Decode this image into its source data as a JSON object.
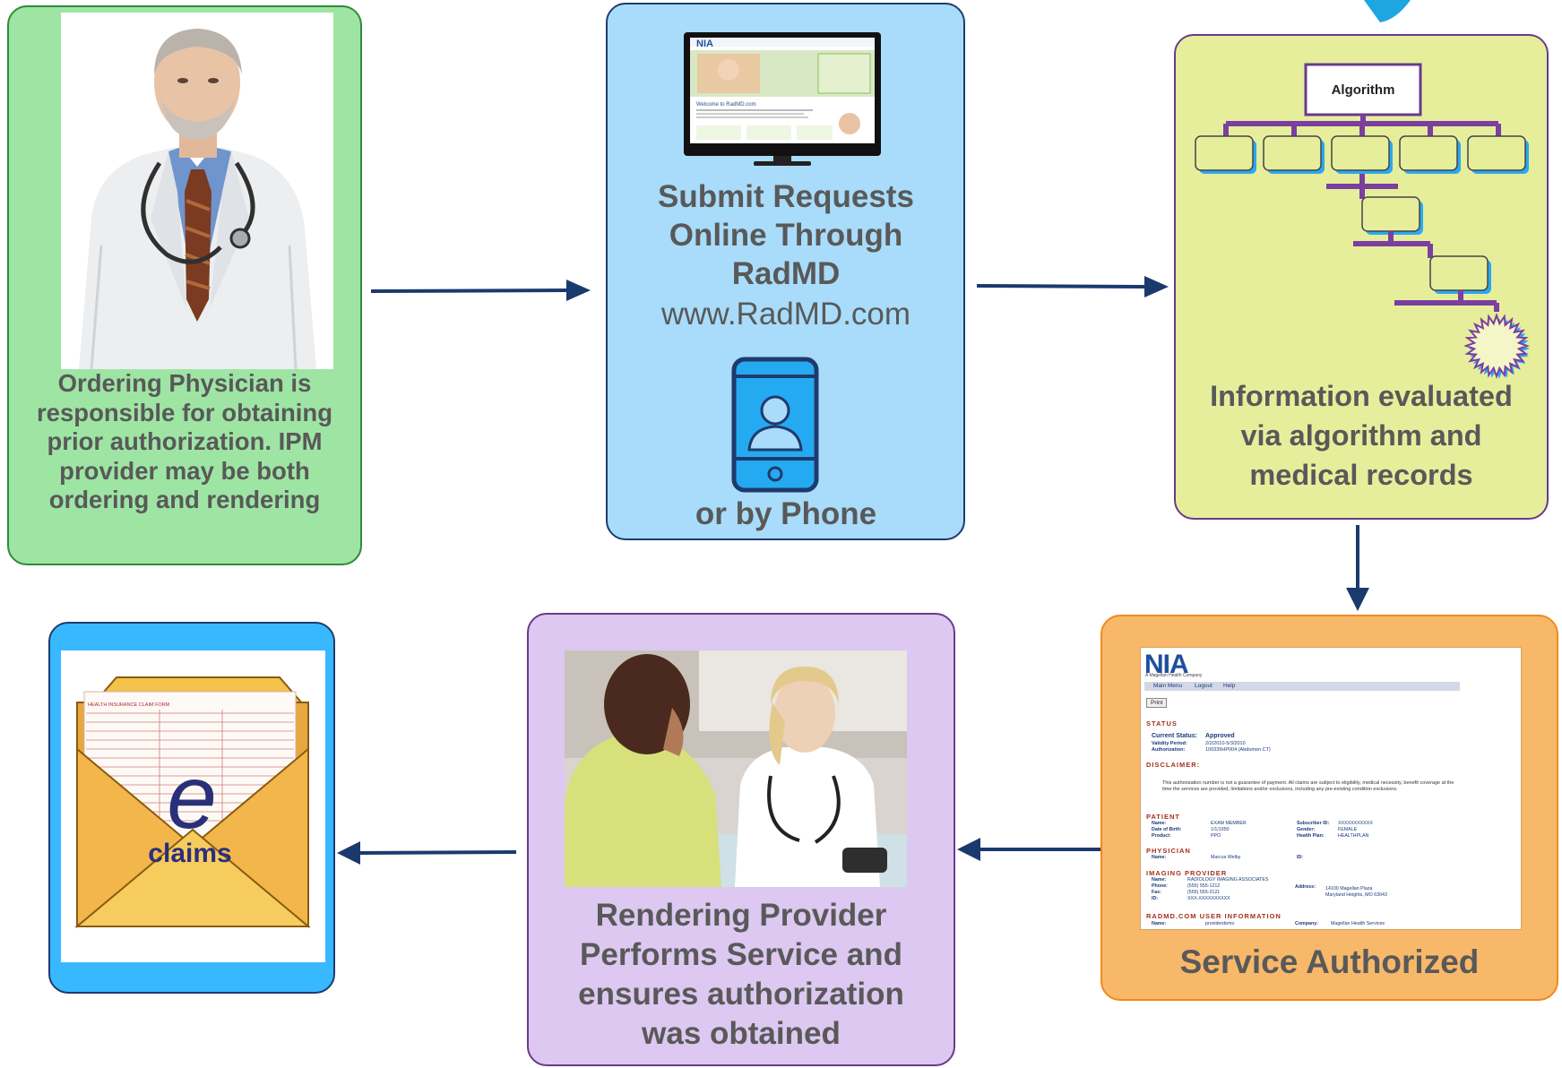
{
  "steps": {
    "ordering": {
      "caption": "Ordering Physician is responsible for obtaining prior authorization. IPM provider may be both ordering and rendering"
    },
    "submit": {
      "title": "Submit Requests Online Through RadMD",
      "url": "www.RadMD.com",
      "phone": "or by Phone",
      "screen": {
        "logo": "NIA",
        "welcome": "Welcome to RadMD.com"
      }
    },
    "algorithm": {
      "root_label": "Algorithm",
      "caption": "Information evaluated via algorithm and medical records"
    },
    "authorized": {
      "caption": "Service Authorized",
      "doc": {
        "logo": "NIA",
        "logo_sub": "A Magellan Health Company",
        "menu": [
          "Main Menu",
          "Logout",
          "Help"
        ],
        "print": "Print",
        "status_head": "STATUS",
        "current_status_label": "Current Status:",
        "current_status_value": "Approved",
        "validity_label": "Validity Period:",
        "validity_value": "2/2/2010-5/3/2010",
        "auth_label": "Authorization:",
        "auth_value": "100339HP004 (Abdomen CT)",
        "disclaimer_head": "DISCLAIMER:",
        "disclaimer_text": "This authorization number is not a guarantee of payment. All claims are subject to eligibility, medical necessity, benefit coverage at the time the services are provided, limitations and/or exclusions, including any pre-existing condition exclusions.",
        "patient_head": "PATIENT",
        "patient_rows": [
          [
            "Name:",
            "EXAM MEMBER",
            "Subscriber ID:",
            "XXXXXXXXXXX"
          ],
          [
            "Date of Birth:",
            "1/1/1950",
            "Gender:",
            "FEMALE"
          ],
          [
            "Product:",
            "PPO",
            "Health Plan:",
            "HEALTHPLAN"
          ]
        ],
        "physician_head": "PHYSICIAN",
        "physician_rows": [
          [
            "Name:",
            "Marcus Welby",
            "ID:",
            ""
          ]
        ],
        "imaging_head": "IMAGING PROVIDER",
        "imaging_rows": [
          [
            "Name:",
            "RADIOLOGY IMAGING ASSOCIATES"
          ],
          [
            "Phone:",
            "(555) 555-1212"
          ],
          [
            "Fax:",
            "(555) 555-2121"
          ],
          [
            "ID:",
            "XXX-XXXXXXXXXX"
          ]
        ],
        "imaging_address_label": "Address:",
        "imaging_address_1": "14100 Magellan Plaza",
        "imaging_address_2": "Maryland Heights, MO 63043",
        "radmd_head": "RADMD.COM USER INFORMATION",
        "radmd_name_label": "Name:",
        "radmd_name_value": "providerdemo",
        "radmd_company_label": "Company:",
        "radmd_company_value": "Magellan Health Services"
      }
    },
    "rendering": {
      "caption": "Rendering Provider Performs Service and ensures authorization was obtained"
    },
    "claims": {
      "e_letter": "e",
      "label": "claims",
      "form_title": "HEALTH INSURANCE CLAIM FORM"
    }
  },
  "colors": {
    "green_fill": "#9ee5a4",
    "green_border": "#2e8b3a",
    "blue_fill": "#a8dcfa",
    "blue_border": "#1f3a6e",
    "yellow_fill": "#e6ee9c",
    "yellow_border": "#6a3a8a",
    "orange_fill": "#f8b86a",
    "orange_border": "#f08a1c",
    "lavender_fill": "#dcc8f0",
    "lavender_border": "#6a3a8a",
    "cyan_fill": "#38b8ff",
    "cyan_border": "#1f3a6e",
    "arrow": "#1a3a6e",
    "text": "#595959"
  }
}
